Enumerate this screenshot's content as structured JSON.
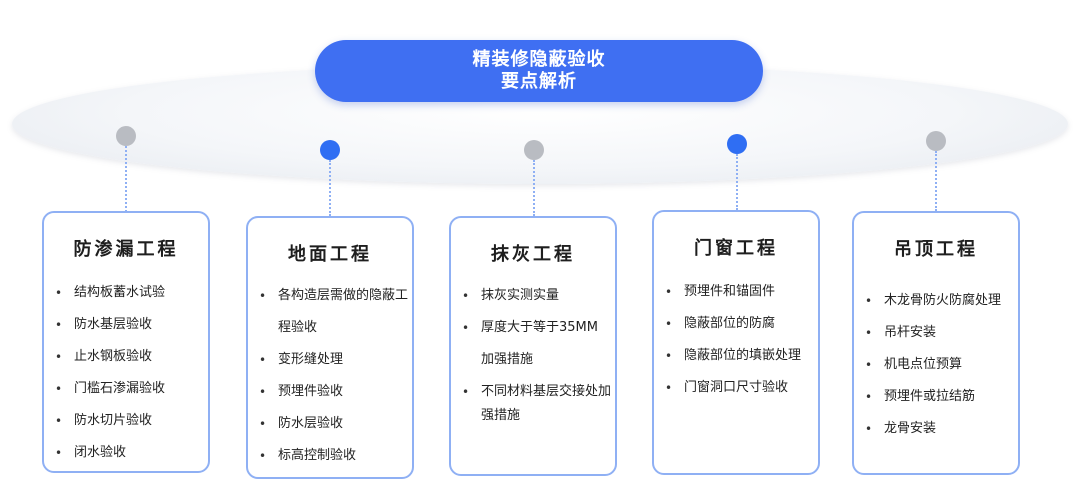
{
  "title": {
    "line1": "精装修隐蔽验收",
    "line2": "要点解析"
  },
  "cards": [
    {
      "title": "防渗漏工程",
      "dot": "gray",
      "items": [
        "结构板蓄水试验",
        "防水基层验收",
        "止水钢板验收",
        "门槛石渗漏验收",
        "防水切片验收",
        "闭水验收"
      ]
    },
    {
      "title": "地面工程",
      "dot": "blue",
      "items": [
        "各构造层需做的隐蔽工程验收",
        "变形缝处理",
        "预埋件验收",
        "防水层验收",
        "标高控制验收"
      ]
    },
    {
      "title": "抹灰工程",
      "dot": "gray",
      "items": [
        "抹灰实测实量",
        "厚度大于等于35MM加强措施",
        "不同材料基层交接处加强措施"
      ]
    },
    {
      "title": "门窗工程",
      "dot": "blue",
      "items": [
        "预埋件和锚固件",
        "隐蔽部位的防腐",
        "隐蔽部位的填嵌处理",
        "门窗洞口尺寸验收"
      ]
    },
    {
      "title": "吊顶工程",
      "dot": "gray",
      "items": [
        "木龙骨防火防腐处理",
        "吊杆安装",
        "机电点位预算",
        "预埋件或拉结筋",
        "龙骨安装"
      ]
    }
  ],
  "colors": {
    "accent": "#3f6ff2",
    "dot_blue": "#2f6ef3",
    "dot_gray": "#b9bcc2",
    "card_border": "#8fb0f4"
  }
}
